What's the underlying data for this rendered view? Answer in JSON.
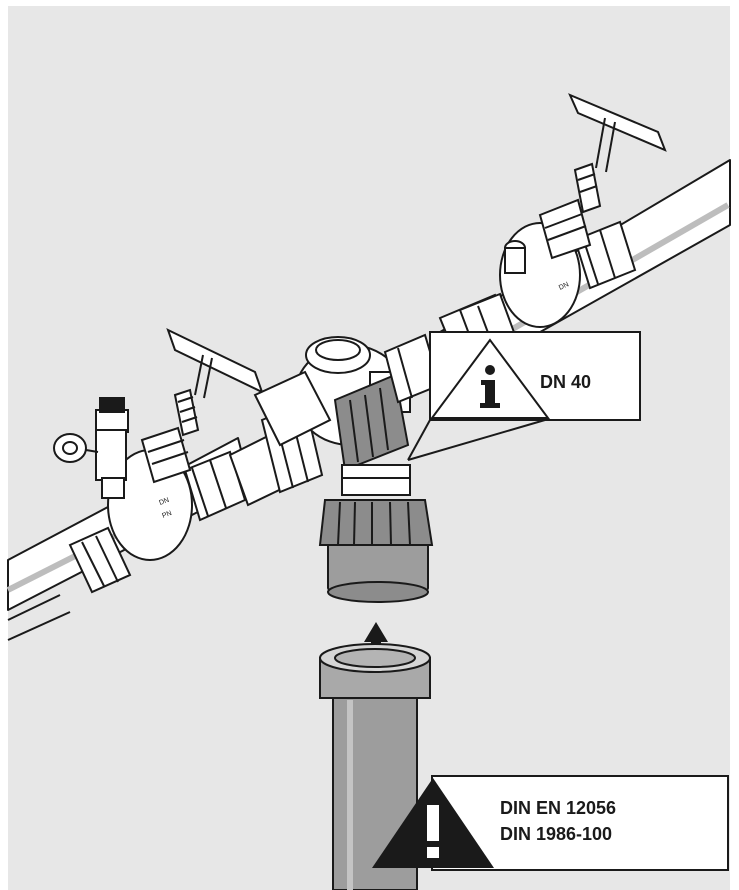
{
  "info_callout": {
    "icon": "info-icon",
    "text": "DN 40"
  },
  "warning_callout": {
    "icon": "warning-icon",
    "line1": "DIN EN 12056",
    "line2": "DIN 1986-100"
  },
  "colors": {
    "background_panel": "#e7e7e7",
    "outline": "#1a1a1a",
    "pipe_body": "#ffffff",
    "pipe_shade": "#c8c8c8",
    "vertical_pipe": "#9d9d9d",
    "fitting_dark": "#8c8c8c",
    "callout_box": "#ffffff"
  }
}
